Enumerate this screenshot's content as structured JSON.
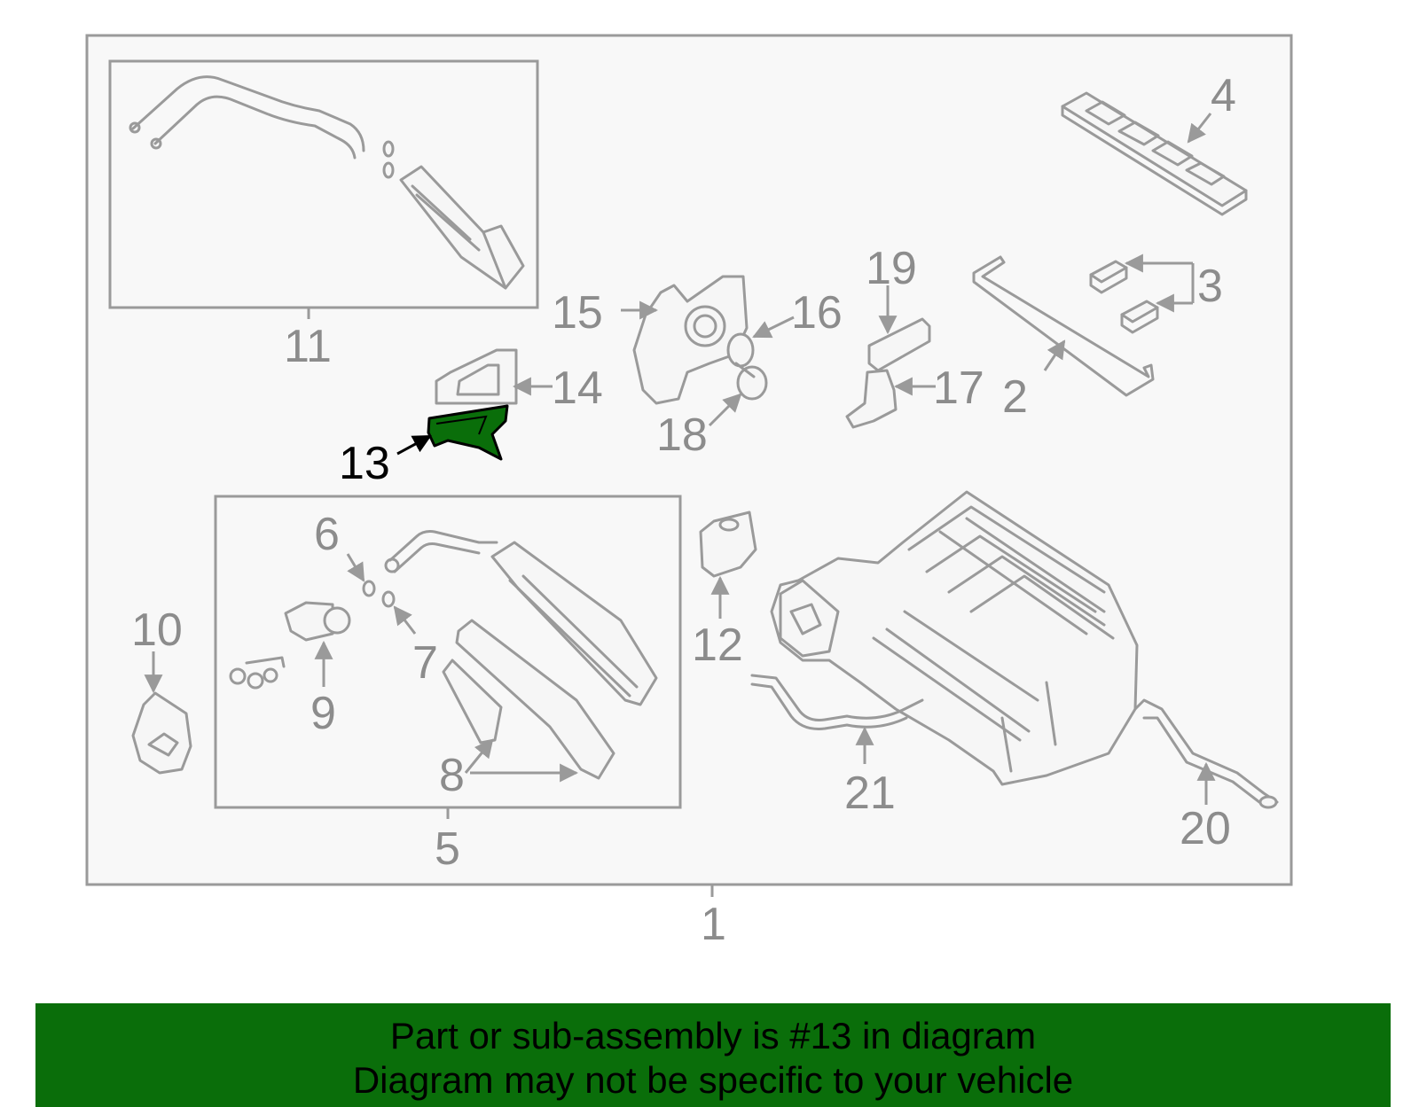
{
  "highlight": {
    "part": "13",
    "color": "#0a6e0a"
  },
  "frame_color": "#9a9a9a",
  "label_color": "#8c8c8c",
  "labels": {
    "l1": "1",
    "l2": "2",
    "l3": "3",
    "l4": "4",
    "l5": "5",
    "l6": "6",
    "l7": "7",
    "l8": "8",
    "l9": "9",
    "l10": "10",
    "l11": "11",
    "l12": "12",
    "l13": "13",
    "l14": "14",
    "l15": "15",
    "l16": "16",
    "l17": "17",
    "l18": "18",
    "l19": "19",
    "l20": "20",
    "l21": "21"
  },
  "banner": {
    "line1": "Part or sub-assembly is #13 in diagram",
    "line2": "Diagram may not be specific to your vehicle",
    "bg": "#0a6e0a"
  }
}
